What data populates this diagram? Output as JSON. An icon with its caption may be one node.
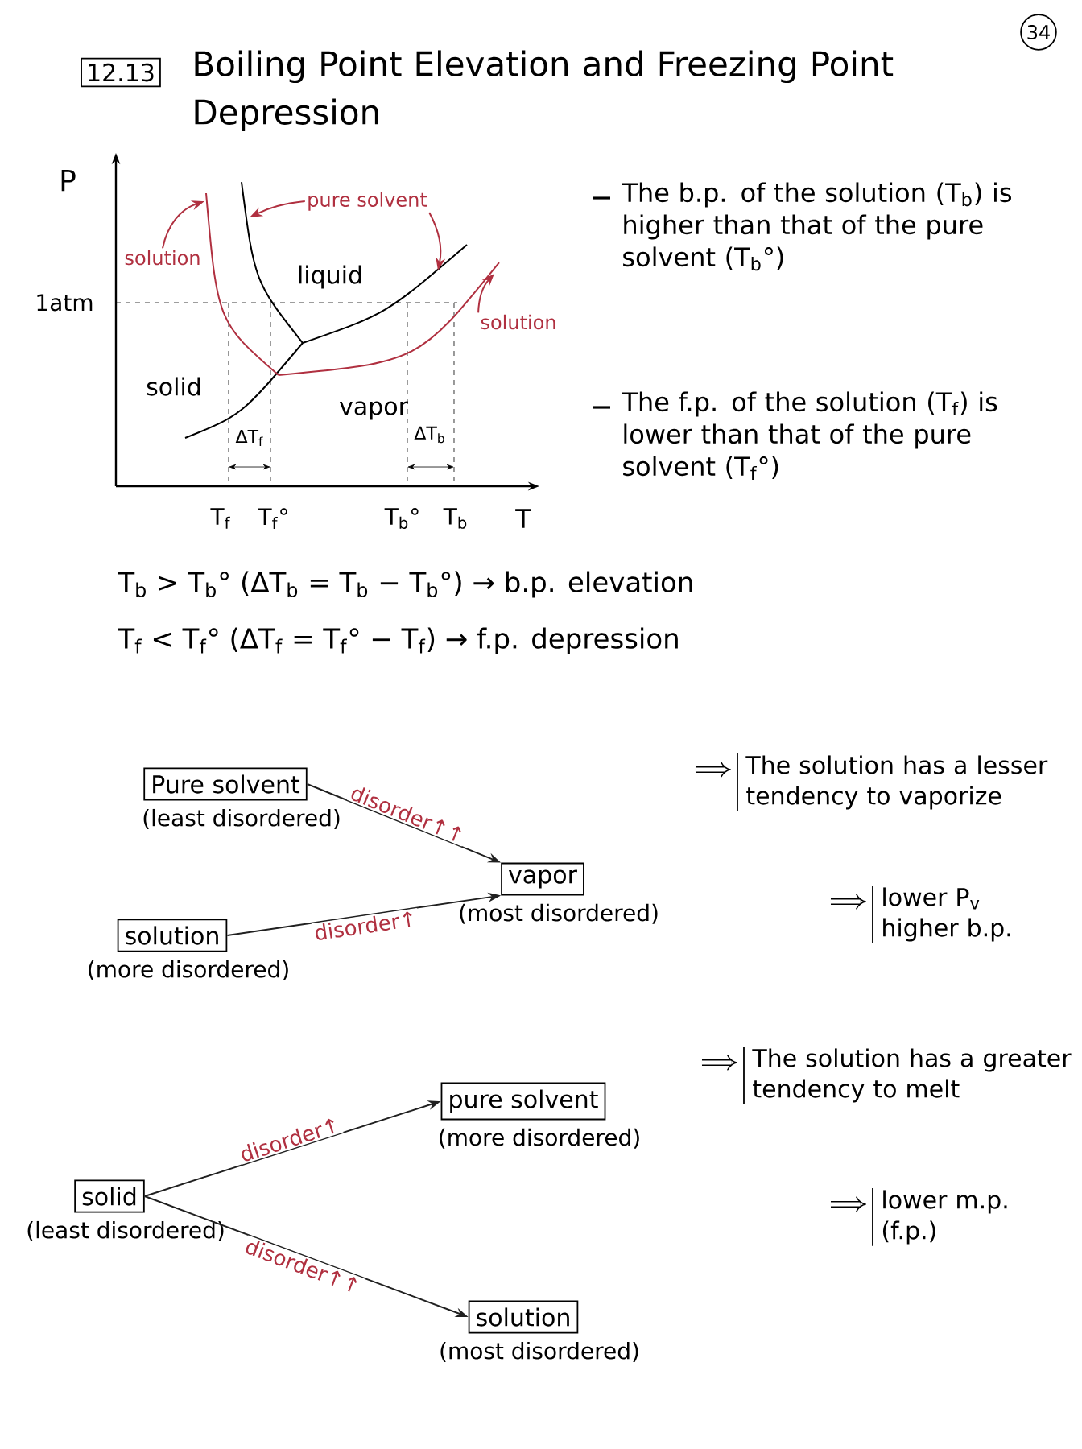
{
  "diagram": {
    "title": "Boiling Point Elevation and Freezing Point Depression",
    "nodes": [
      {
        "text": [
          "solution"
        ]
      },
      {
        "text": [
          "pure solvent"
        ]
      },
      {
        "text": [
          "solution"
        ]
      },
      {
        "text": [
          "Pure solvent"
        ],
        "beside": [
          "(least disordered)"
        ]
      },
      {
        "text": [
          "solution"
        ],
        "beside": [
          "(more disordered)"
        ]
      },
      {
        "text": [
          "vapor"
        ],
        "beside": [
          "(most disordered)"
        ]
      },
      {
        "text": [
          "solid"
        ],
        "beside": [
          "(least disordered)"
        ]
      },
      {
        "text": [
          "pure solvent"
        ],
        "beside": [
          "(more disordered)"
        ]
      },
      {
        "text": [
          "solution"
        ],
        "beside": [
          "(most disordered)"
        ]
      },
      {
        "text": [
          "12.13"
        ]
      }
    ],
    "edges": [
      {
        "from": 0,
        "to": null,
        "arrow": "to",
        "color": "#b03040"
      },
      {
        "from": 1,
        "to": null,
        "arrow": "to",
        "color": "#b03040"
      },
      {
        "from": 1,
        "to": null,
        "arrow": "to",
        "color": "#b03040"
      },
      {
        "from": 2,
        "to": null,
        "arrow": "to",
        "color": "#b03040"
      },
      {
        "from": 3,
        "to": 5,
        "arrow": "to",
        "label": "disorder↑↑",
        "color": "#202020"
      },
      {
        "from": 4,
        "to": 5,
        "arrow": "to",
        "label": "disorder↑",
        "color": "#202020"
      },
      {
        "from": 6,
        "to": 7,
        "arrow": "to",
        "label": "disorder↑",
        "color": "#202020"
      },
      {
        "from": 6,
        "to": 8,
        "arrow": "to",
        "label": "disorder↑↑",
        "color": "#202020"
      }
    ],
    "labels": [
      "34",
      "P",
      "1atm",
      "liquid",
      "solid",
      "vapor",
      "ΔT$_{f}$",
      "ΔT$_{b}$",
      "T$_{f}$",
      "T$_{f}$°",
      "T$_{b}$°",
      "T$_{b}$",
      "T",
      "The b.p. of the solution (T$_{b}$) is higher than that of the pure solvent (T$_{b}$°)",
      "The f.p. of the solution (T$_{f}$) is lower than that of the pure solvent (T$_{f}$°)",
      "T$_{b}$ > T$_{b}$° (ΔT$_{b}$ = T$_{b}$ − T$_{b}$°) → b.p. elevation",
      "T$_{f}$ < T$_{f}$° (ΔT$_{f}$ = T$_{f}$° − T$_{f}$) → f.p. depression",
      "The solution has a lesser tendency to vaporize",
      "lower P$_{v}$ higher b.p.",
      "The solution has a greater tendency to melt",
      "lower m.p. (f.p.)"
    ]
  }
}
